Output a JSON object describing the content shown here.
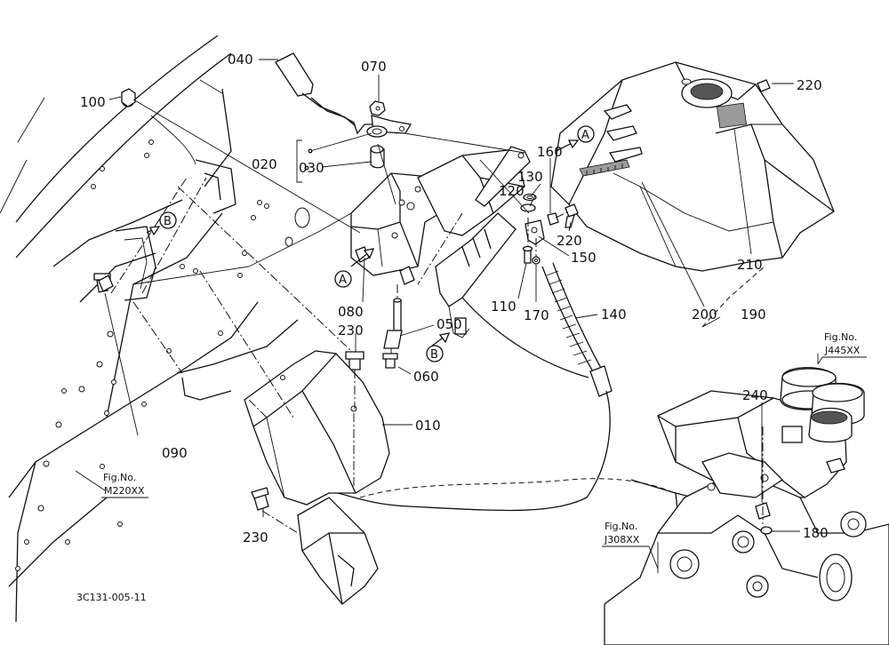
{
  "diagram_code": "3C131-005-11",
  "callouts": [
    {
      "id": "c040",
      "label": "040"
    },
    {
      "id": "c070",
      "label": "070"
    },
    {
      "id": "c100",
      "label": "100"
    },
    {
      "id": "c020",
      "label": "020"
    },
    {
      "id": "c030",
      "label": "030"
    },
    {
      "id": "c160",
      "label": "160"
    },
    {
      "id": "c130",
      "label": "130"
    },
    {
      "id": "c120",
      "label": "120"
    },
    {
      "id": "c220a",
      "label": "220"
    },
    {
      "id": "c220b",
      "label": "220"
    },
    {
      "id": "c150",
      "label": "150"
    },
    {
      "id": "c110",
      "label": "110"
    },
    {
      "id": "c170",
      "label": "170"
    },
    {
      "id": "c140",
      "label": "140"
    },
    {
      "id": "c210",
      "label": "210"
    },
    {
      "id": "c200",
      "label": "200"
    },
    {
      "id": "c190",
      "label": "190"
    },
    {
      "id": "c080",
      "label": "080"
    },
    {
      "id": "c230a",
      "label": "230"
    },
    {
      "id": "c050",
      "label": "050"
    },
    {
      "id": "c060",
      "label": "060"
    },
    {
      "id": "c010",
      "label": "010"
    },
    {
      "id": "c090",
      "label": "090"
    },
    {
      "id": "c240",
      "label": "240"
    },
    {
      "id": "c180",
      "label": "180"
    },
    {
      "id": "c230b",
      "label": "230"
    }
  ],
  "markers": [
    {
      "id": "mA1",
      "letter": "A"
    },
    {
      "id": "mA2",
      "letter": "A"
    },
    {
      "id": "mB1",
      "letter": "B"
    },
    {
      "id": "mB2",
      "letter": "B"
    }
  ],
  "fig_refs": [
    {
      "id": "fJ445",
      "title": "Fig.No.",
      "code": "J445XX"
    },
    {
      "id": "fM220",
      "title": "Fig.No.",
      "code": "M220XX"
    },
    {
      "id": "fJ308",
      "title": "Fig.No.",
      "code": "J308XX"
    }
  ]
}
